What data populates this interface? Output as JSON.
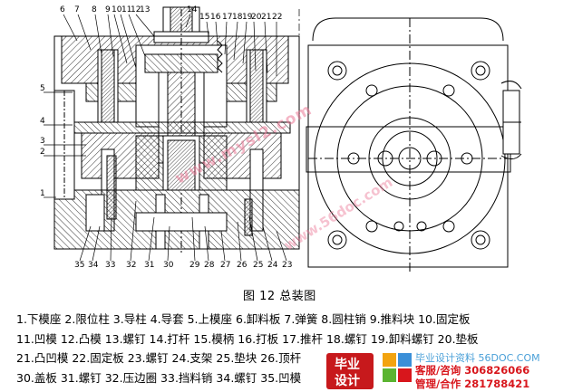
{
  "figure": {
    "caption": "图 12  总装图",
    "part_numbers_top": [
      "6",
      "7",
      "8",
      "9",
      "10",
      "11",
      "12",
      "13",
      "14",
      "15",
      "16",
      "17",
      "18",
      "19",
      "20",
      "21",
      "22"
    ],
    "part_numbers_left": [
      "5",
      "4",
      "3",
      "2",
      "1"
    ],
    "part_numbers_bottom": [
      "35",
      "34",
      "33",
      "32",
      "31",
      "30",
      "29",
      "28",
      "27",
      "26",
      "25",
      "24",
      "23"
    ]
  },
  "legend_lines": [
    "1.下模座 2.限位柱 3.导柱 4.导套 5.上模座 6.卸料板 7.弹簧 8.圆柱销 9.推料块 10.固定板",
    "11.凹模 12.凸模 13.螺钉 14.打杆 15.模柄 16.打板 17.推杆 18.螺钉 19.卸料螺钉 20.垫板",
    "21.凸凹模 22.固定板 23.螺钉 24.支架 25.垫块 26.顶杆",
    "30.盖板 31.螺钉 32.压边圈 33.挡料销 34.螺钉 35.凹模"
  ],
  "watermarks": [
    "www.mysl2.com",
    "www.56doc.com"
  ],
  "branding": {
    "logo_top": "毕业",
    "logo_bottom": "设计",
    "site": "毕业设计资料 56DOC.COM",
    "service_label": "客服/咨询",
    "service_number": "306826066",
    "manage_label": "管理/合作",
    "manage_number": "281788421"
  },
  "colors": {
    "line": "#000000",
    "hatch": "#000000",
    "watermark": "#eb7896",
    "brand_red": "#c7191c",
    "brand_blue": "#4aa0d8"
  }
}
